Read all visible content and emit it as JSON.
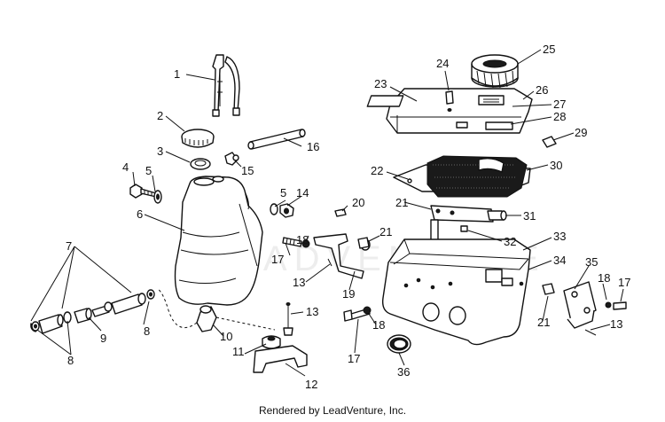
{
  "footer": {
    "credit": "Rendered by LeadVenture, Inc."
  },
  "watermark": {
    "text": "LEADVENTURE"
  },
  "callouts": {
    "n1": "1",
    "n2": "2",
    "n3": "3",
    "n4": "4",
    "n5a": "5",
    "n5b": "5",
    "n6": "6",
    "n7": "7",
    "n8a": "8",
    "n8b": "8",
    "n9": "9",
    "n10": "10",
    "n11": "11",
    "n12": "12",
    "n13a": "13",
    "n13b": "13",
    "n13c": "13",
    "n14": "14",
    "n15": "15",
    "n16": "16",
    "n17a": "17",
    "n17b": "17",
    "n17c": "17",
    "n18a": "18",
    "n18b": "18",
    "n18c": "18",
    "n19": "19",
    "n20": "20",
    "n21a": "21",
    "n21b": "21",
    "n21c": "21",
    "n22": "22",
    "n23": "23",
    "n24": "24",
    "n25": "25",
    "n26": "26",
    "n27": "27",
    "n28": "28",
    "n29": "29",
    "n30": "30",
    "n31": "31",
    "n32": "32",
    "n33": "33",
    "n34": "34",
    "n35": "35",
    "n36": "36"
  }
}
